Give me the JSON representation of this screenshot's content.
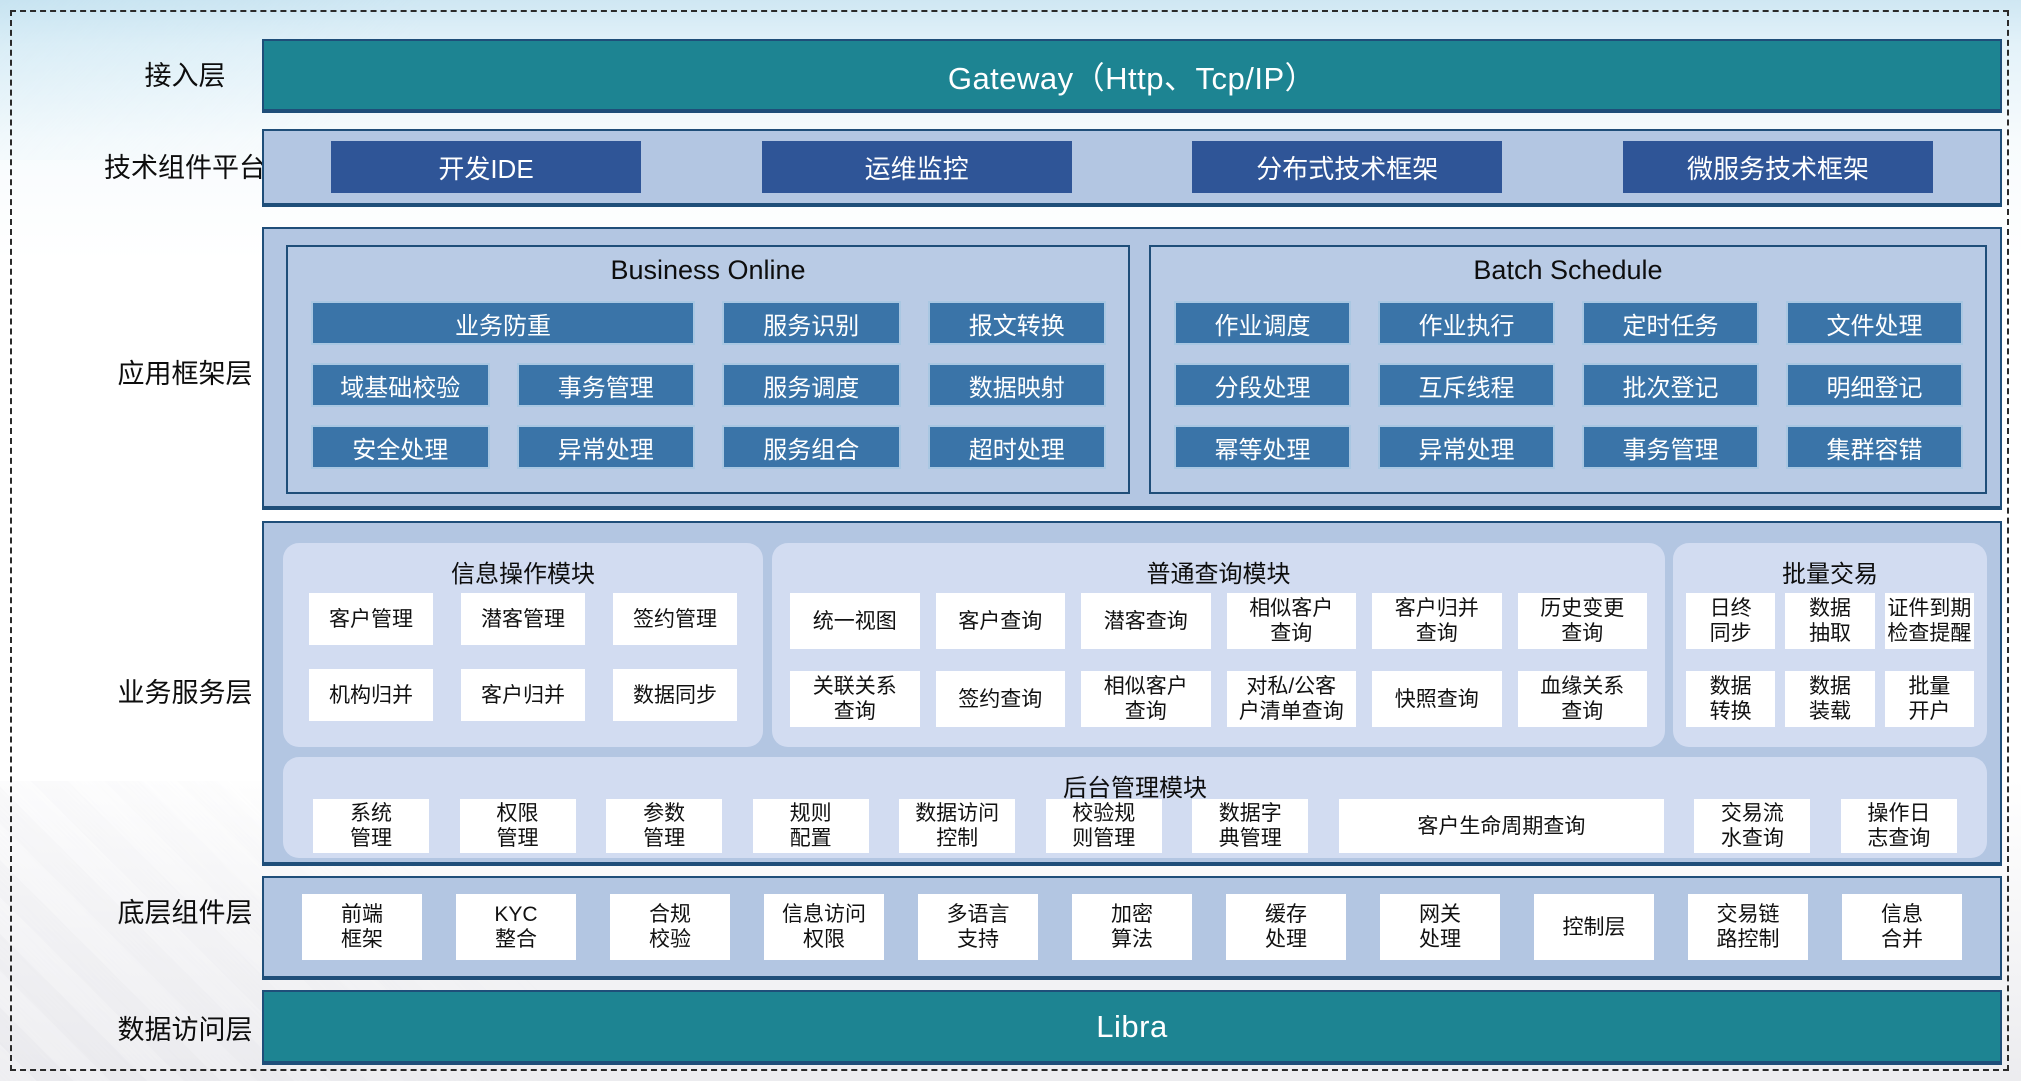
{
  "colors": {
    "teal": "#1d8492",
    "navy_border": "#1f4e79",
    "dark_blue_box": "#2f5597",
    "mid_blue_box": "#3a74a8",
    "row_bg": "#b3c6e2",
    "panel_bg": "#d2dcf1",
    "white_box": "#ffffff"
  },
  "labels": [
    "接入层",
    "技术组件平台",
    "应用框架层",
    "业务服务层",
    "底层组件层",
    "数据访问层"
  ],
  "access": {
    "title": "Gateway（Http、Tcp/IP）"
  },
  "tech_platform": {
    "items": [
      "开发IDE",
      "运维监控",
      "分布式技术框架",
      "微服务技术框架"
    ]
  },
  "app_framework": {
    "business_online": {
      "title": "Business Online",
      "items": [
        {
          "label": "业务防重",
          "span": 2
        },
        "服务识别",
        "报文转换",
        "域基础校验",
        "事务管理",
        "服务调度",
        "数据映射",
        "安全处理",
        "异常处理",
        "服务组合",
        "超时处理"
      ]
    },
    "batch_schedule": {
      "title": "Batch Schedule",
      "items": [
        "作业调度",
        "作业执行",
        "定时任务",
        "文件处理",
        "分段处理",
        "互斥线程",
        "批次登记",
        "明细登记",
        "幂等处理",
        "异常处理",
        "事务管理",
        "集群容错"
      ]
    }
  },
  "service_layer": {
    "info_ops": {
      "title": "信息操作模块",
      "items": [
        "客户管理",
        "潜客管理",
        "签约管理",
        "机构归并",
        "客户归并",
        "数据同步"
      ]
    },
    "common_query": {
      "title": "普通查询模块",
      "items": [
        "统一视图",
        "客户查询",
        "潜客查询",
        "相似客户\n查询",
        "客户归并\n查询",
        "历史变更\n查询",
        "关联关系\n查询",
        "签约查询",
        "相似客户\n查询",
        "对私/公客\n户清单查询",
        "快照查询",
        "血缘关系\n查询"
      ]
    },
    "batch_trade": {
      "title": "批量交易",
      "items": [
        "日终\n同步",
        "数据\n抽取",
        "证件到期\n检查提醒",
        "数据\n转换",
        "数据\n装载",
        "批量\n开户"
      ]
    },
    "admin": {
      "title": "后台管理模块",
      "items": [
        "系统\n管理",
        "权限\n管理",
        "参数\n管理",
        "规则\n配置",
        "数据访问\n控制",
        "校验规\n则管理",
        "数据字\n典管理",
        {
          "label": "客户生命周期查询",
          "wide": true
        },
        "交易流\n水查询",
        "操作日\n志查询"
      ]
    }
  },
  "base_components": {
    "items": [
      "前端\n框架",
      "KYC\n整合",
      "合规\n校验",
      "信息访问\n权限",
      "多语言\n支持",
      "加密\n算法",
      "缓存\n处理",
      "网关\n处理",
      "控制层",
      "交易链\n路控制",
      "信息\n合并"
    ]
  },
  "data_access": {
    "title": "Libra"
  }
}
